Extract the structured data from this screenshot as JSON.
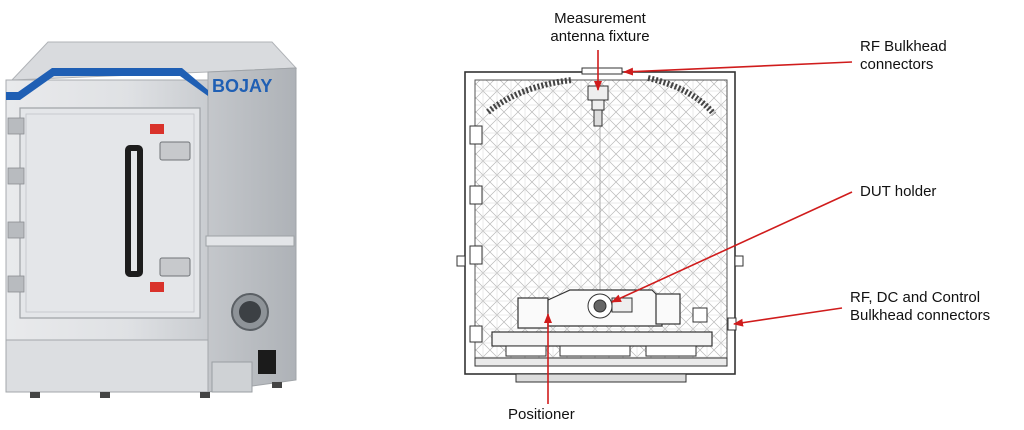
{
  "product_photo": {
    "brand_logo": "BOJAY"
  },
  "diagram": {
    "labels": {
      "measurement_antenna_fixture_line1": "Measurement",
      "measurement_antenna_fixture_line2": "antenna fixture",
      "rf_bulkhead_line1": "RF Bulkhead",
      "rf_bulkhead_line2": "connectors",
      "dut_holder": "DUT holder",
      "rf_dc_control_line1": "RF, DC and Control",
      "rf_dc_control_line2": "Bulkhead connectors",
      "positioner": "Positioner"
    },
    "colors": {
      "arrow": "#d01c1c",
      "blue_stripe": "#1f5fb4",
      "line_drawing": "#333333"
    }
  }
}
